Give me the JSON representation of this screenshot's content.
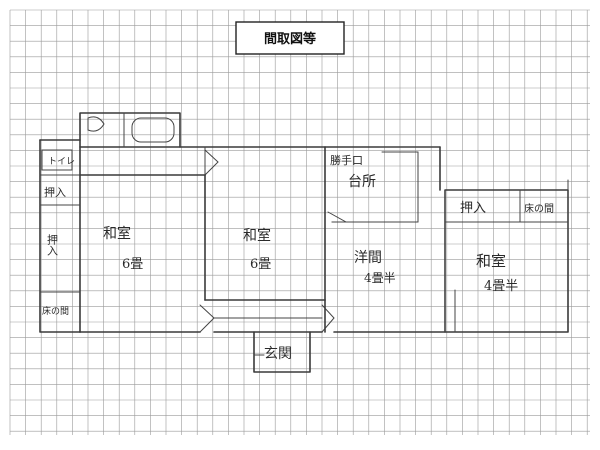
{
  "title": "間取図等",
  "rooms": {
    "toilet": "トイレ",
    "oshiire_left_top": "押入",
    "oshiire_left_mid": "押入",
    "tokonoma_left": "床の間",
    "washitsu_a_name": "和室",
    "washitsu_a_size": "6畳",
    "washitsu_b_name": "和室",
    "washitsu_b_size": "6畳",
    "katteguchi": "勝手口",
    "daidokoro": "台所",
    "youma_name": "洋間",
    "youma_size": "4畳半",
    "oshiire_right": "押入",
    "tokonoma_right": "床の間",
    "washitsu_c_name": "和室",
    "washitsu_c_size": "4畳半",
    "genkan": "玄関"
  },
  "colors": {
    "grid": "#9a9a9a",
    "ink": "#2a2a2a",
    "paper": "#ffffff"
  }
}
